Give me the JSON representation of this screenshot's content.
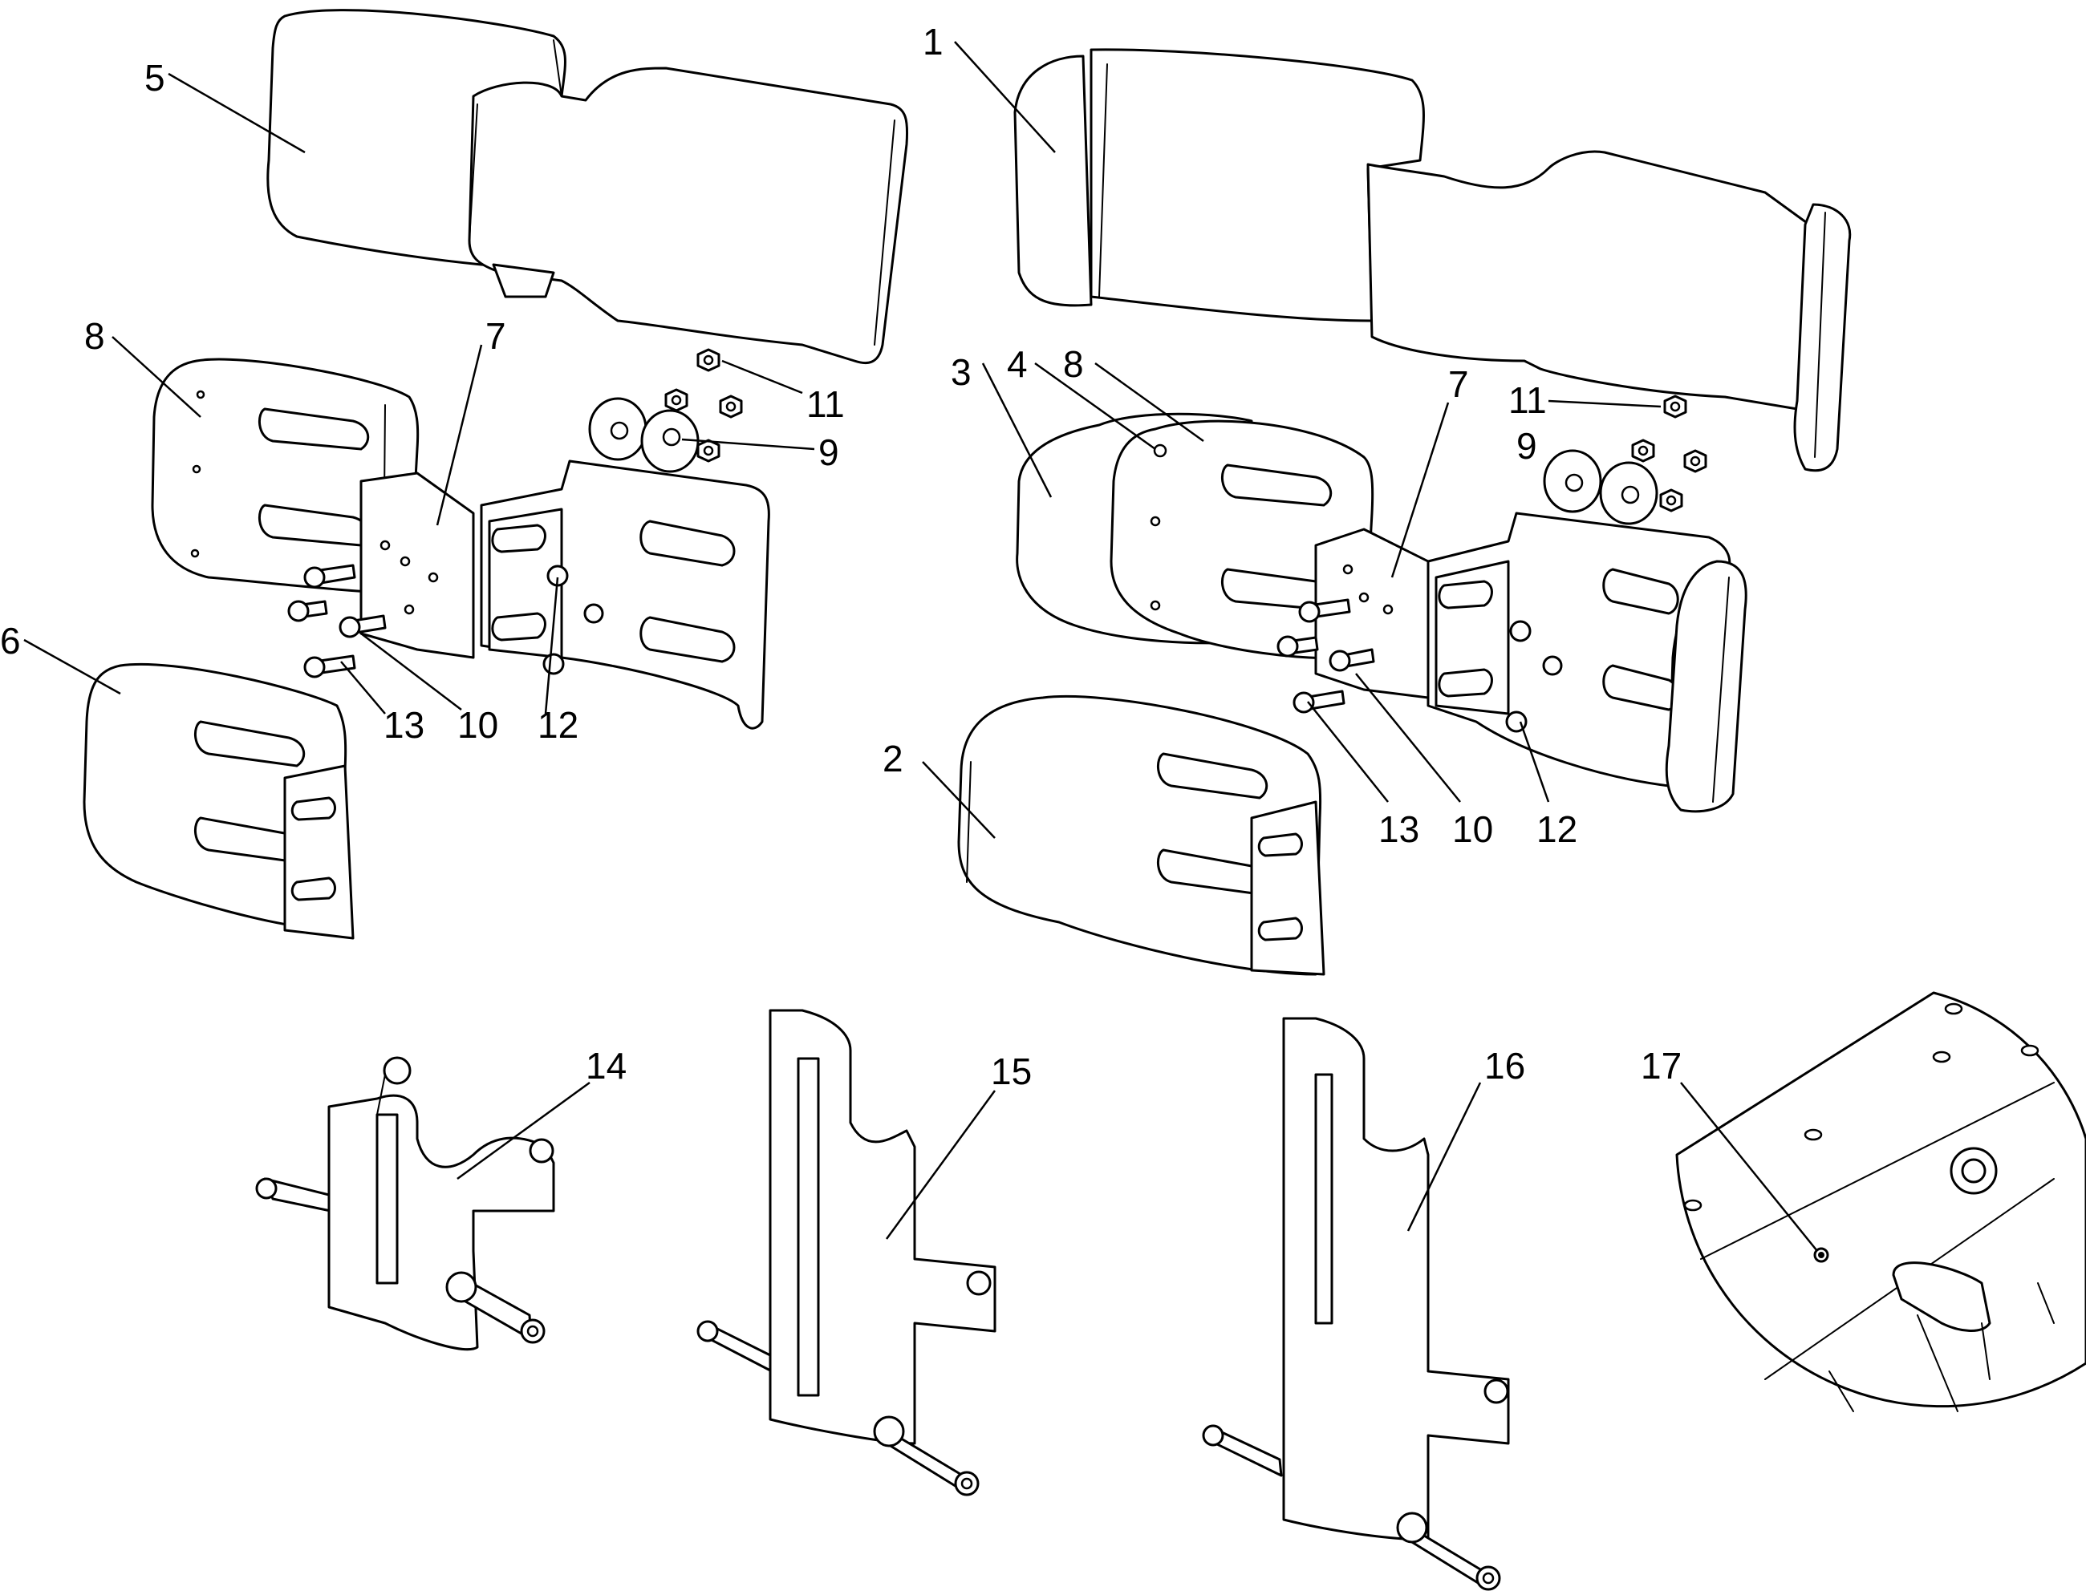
{
  "callouts": [
    {
      "id": "c1",
      "text": "1"
    },
    {
      "id": "c2",
      "text": "2"
    },
    {
      "id": "c3",
      "text": "3"
    },
    {
      "id": "c4",
      "text": "4"
    },
    {
      "id": "c5",
      "text": "5"
    },
    {
      "id": "c6",
      "text": "6"
    },
    {
      "id": "c7a",
      "text": "7"
    },
    {
      "id": "c7b",
      "text": "7"
    },
    {
      "id": "c8a",
      "text": "8"
    },
    {
      "id": "c8b",
      "text": "8"
    },
    {
      "id": "c9a",
      "text": "9"
    },
    {
      "id": "c9b",
      "text": "9"
    },
    {
      "id": "c10a",
      "text": "10"
    },
    {
      "id": "c10b",
      "text": "10"
    },
    {
      "id": "c11a",
      "text": "11"
    },
    {
      "id": "c11b",
      "text": "11"
    },
    {
      "id": "c12a",
      "text": "12"
    },
    {
      "id": "c12b",
      "text": "12"
    },
    {
      "id": "c13a",
      "text": "13"
    },
    {
      "id": "c13b",
      "text": "13"
    },
    {
      "id": "c14",
      "text": "14"
    },
    {
      "id": "c15",
      "text": "15"
    },
    {
      "id": "c16",
      "text": "16"
    },
    {
      "id": "c17",
      "text": "17"
    }
  ],
  "colors": {
    "line": "#000000",
    "background": "#ffffff"
  }
}
